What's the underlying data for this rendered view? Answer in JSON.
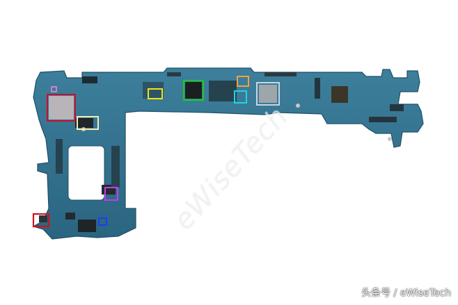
{
  "photo": {
    "subject": "circuit-board",
    "board_color": "#2f6f8c",
    "background_color": "#ffffff"
  },
  "highlights": [
    {
      "name": "pink-marker",
      "color": "#e58bd0"
    },
    {
      "name": "red-marker-large",
      "color": "#c8102e"
    },
    {
      "name": "cream-marker",
      "color": "#f2ecb0"
    },
    {
      "name": "yellow-marker",
      "color": "#f0e21a"
    },
    {
      "name": "green-marker",
      "color": "#22c52a"
    },
    {
      "name": "orange-marker",
      "color": "#f2a33a"
    },
    {
      "name": "cyan-marker",
      "color": "#20d4e6"
    },
    {
      "name": "white-marker",
      "color": "#e9eef2"
    },
    {
      "name": "purple-marker",
      "color": "#c43cf0"
    },
    {
      "name": "red-marker-small",
      "color": "#d0121f"
    },
    {
      "name": "blue-marker",
      "color": "#1f3bf2"
    }
  ],
  "watermark": {
    "text": "eWiseTech"
  },
  "credit": {
    "text": "头条号 / eWiseTech"
  }
}
